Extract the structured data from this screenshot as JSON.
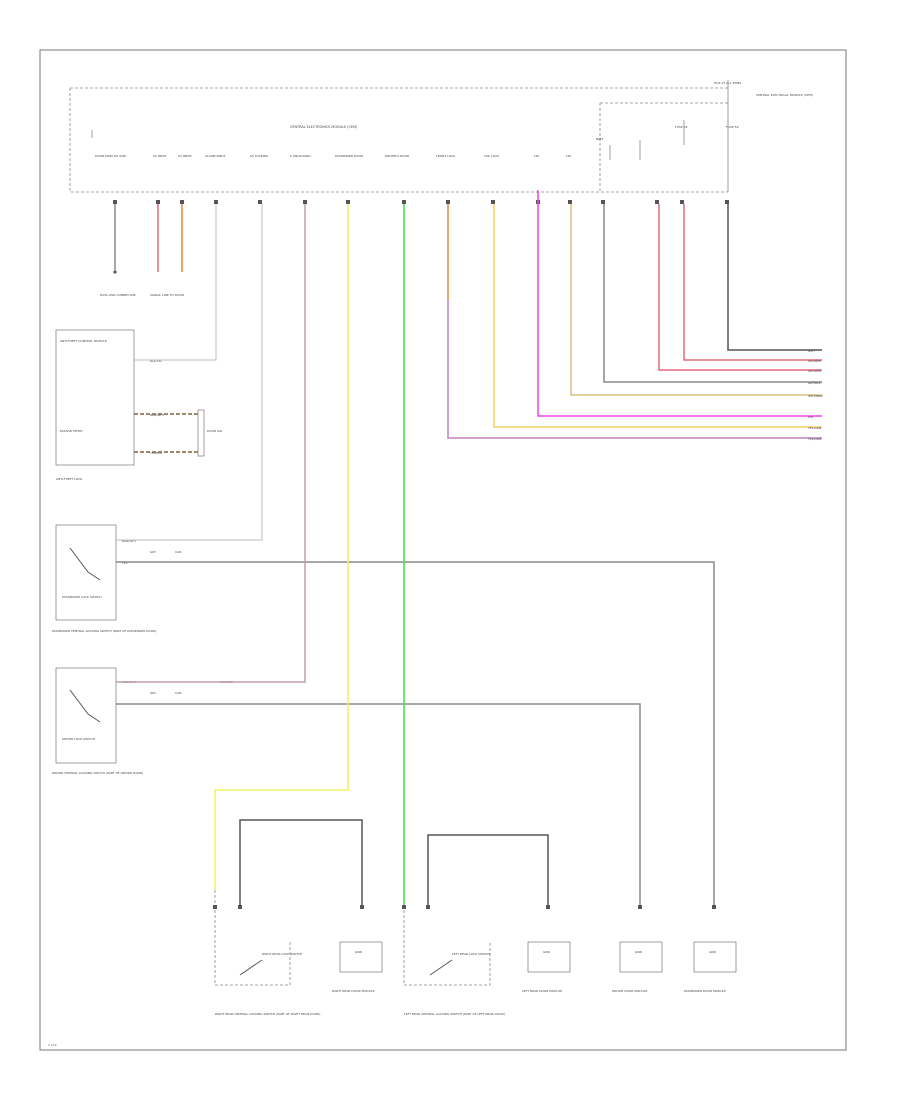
{
  "colors": {
    "black": "#222222",
    "gray": "#8a8a8a",
    "lightgray": "#bdbdbd",
    "pink": "#e2687a",
    "orange": "#e8843a",
    "magenta": "#ee44ee",
    "yellow": "#f0f060",
    "green": "#44dd44",
    "purple": "#c080c0",
    "brown": "#a0806a",
    "tan": "#d8c080",
    "darkbrown": "#806040"
  },
  "labels": {
    "module_title": "CENTRAL ELECTRONICS MODULE (CEM)",
    "hot_at_all_times": "HOT AT ALL TIMES",
    "central_electrical_module": "CENTRAL ELECTRICAL MODULE (CEM)",
    "module_pins": [
      "DOOR MODULE GND",
      "S2 INPUT",
      "S3 INPUT",
      "ALARM INPUT",
      "S5 LOCKING",
      "S UNLOCKING",
      "PASSENGER DOOR",
      "DRIVER'S DOOR",
      "FRONT LOCK",
      "TAIL LOCK",
      "LIN",
      "LIN",
      "BATT",
      "",
      "FUSE 32",
      "FUSE 56"
    ],
    "pad_left": "DATA LINK CONNECTOR",
    "pad_right": "SIGNAL LINE TO DOOR",
    "anti_theft_title": "ANTI-THEFT CONTROL MODULE",
    "anti_theft_sub": "PASSIVE ENTRY",
    "module_left": "ANTI-THEFT LOCK",
    "alarm_wire": "BLK/YEL",
    "door_wire1": "BRN/WHT",
    "door_wire2": "YEL/BLK",
    "door_signal": "DOOR SIG",
    "pass_switch": "PASSENGER LOCK SWITCH",
    "pass_caption": "PASSENGER CENTRAL LOCKING SWITCH (PART OF PASSENGER DOOR)",
    "pass_w1": "BRN/WHT",
    "pass_w2": "YEL",
    "pass_w3": "GRY",
    "pass_w4": "CAN",
    "driver_switch": "DRIVER LOCK SWITCH",
    "driver_caption": "DRIVER CENTRAL LOCKING SWITCH (PART OF DRIVER DOOR)",
    "drv_w1": "BRN/WHT",
    "drv_w2": "GRY/RED",
    "drv_w3": "GRY",
    "drv_w4": "CAN",
    "right_rear_caption": "RIGHT REAR CENTRAL LOCKING SWITCH (PART OF RIGHT REAR DOOR)",
    "left_rear_caption": "LEFT REAR CENTRAL LOCKING SWITCH (PART OF LEFT REAR DOOR)",
    "rr_switch": "RIGHT REAR LOCK SWITCH",
    "lr_switch": "LEFT REAR LOCK SWITCH",
    "rr_module": "RIGHT REAR DOOR MODULE",
    "lr_module": "LEFT REAR DOOR MODULE",
    "driver_module": "DRIVER DOOR MODULE",
    "pass_module": "PASSENGER DOOR MODULE",
    "mod_gnd": "GND",
    "wire_labels_right": [
      "WHT",
      "GRY/RED",
      "GRY/RED",
      "GRY/BLK",
      "WHT/BRN",
      "VIO",
      "YEL/GRN",
      "YEL/ORN"
    ],
    "page_num": "1 of 2"
  }
}
